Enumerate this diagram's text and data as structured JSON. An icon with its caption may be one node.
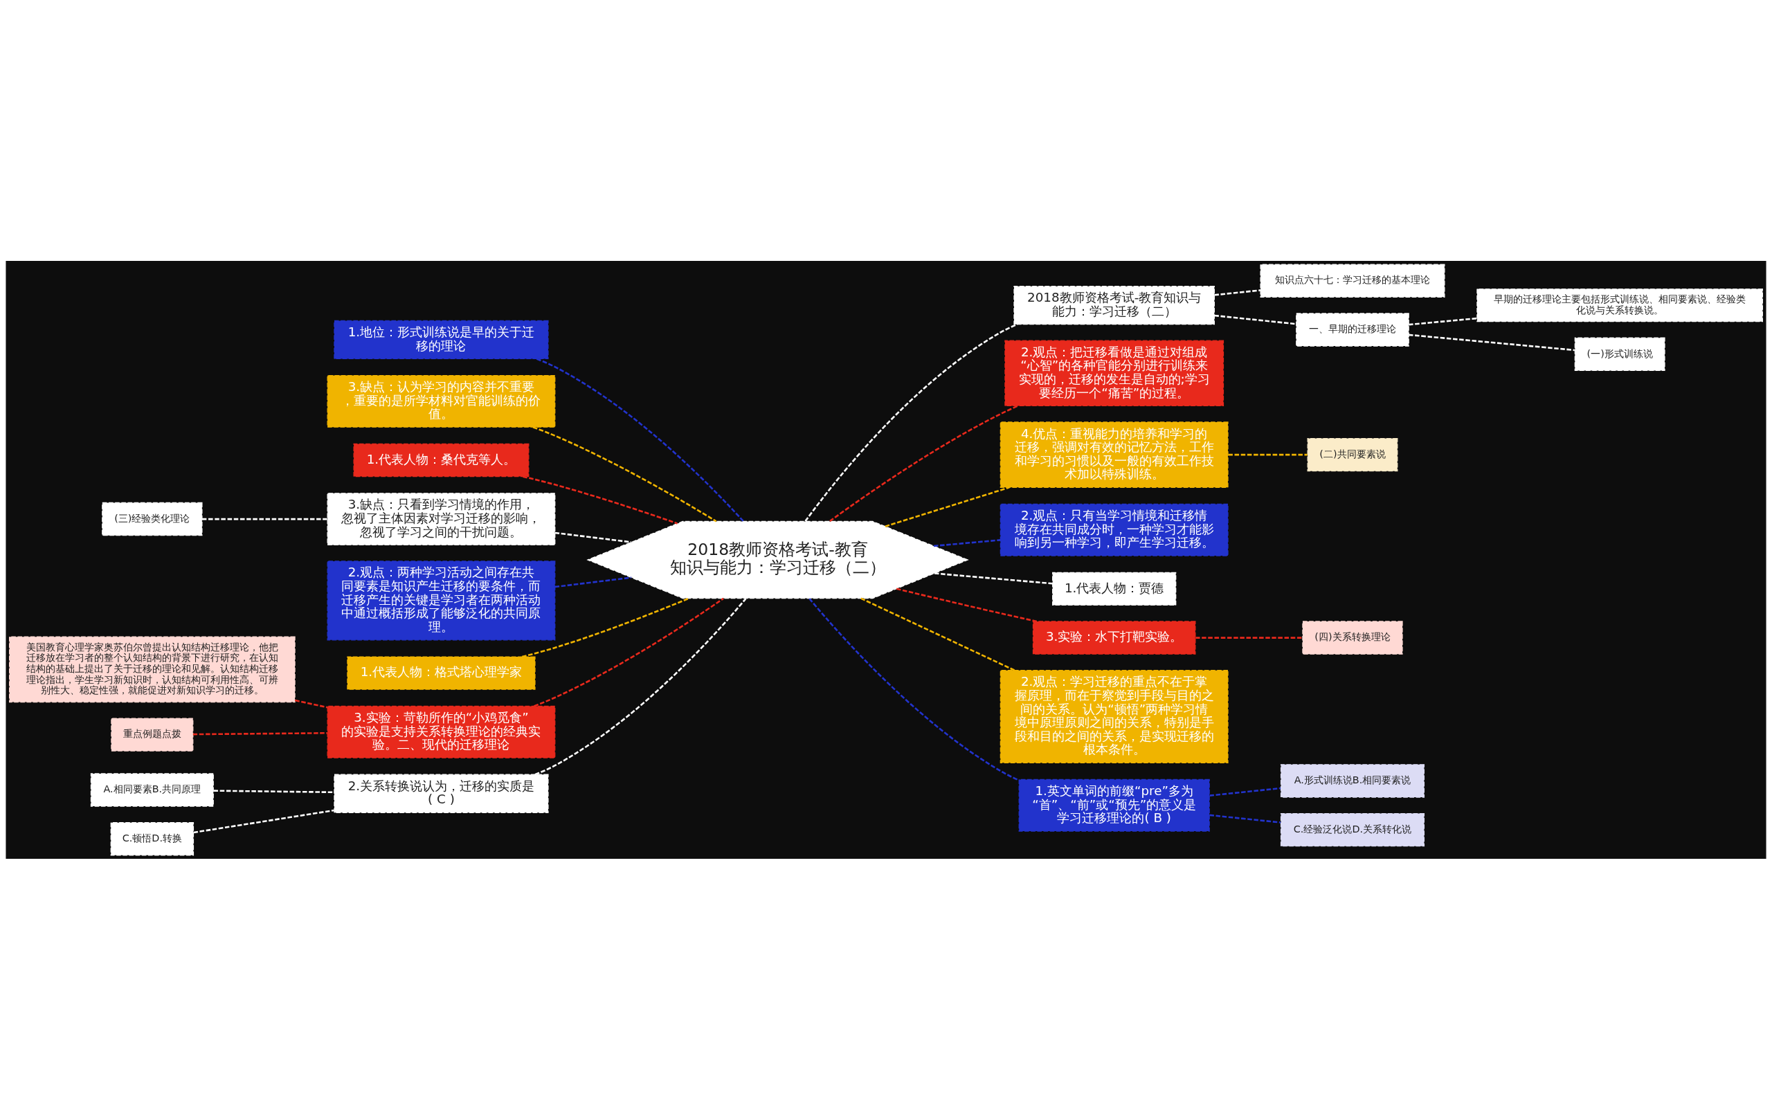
{
  "diagram": {
    "nodes": [
      {
        "text": [
          "2018教师资格考试-教育知识与能力：学习迁移（二）"
        ]
      },
      {
        "text": [
          "2018教师资格考试-教育知识与能力：学习迁移（二）"
        ]
      },
      {
        "text": [
          "知识点六十七：学习迁移的基本理论"
        ]
      },
      {
        "text": [
          "一、早期的迁移理论"
        ]
      },
      {
        "text": [
          "早期的迁移理论主要包括形式训练说、相同要素说、经验类化说与关系转换说。"
        ]
      },
      {
        "text": [
          "(一)形式训练说"
        ]
      },
      {
        "text": [
          "2.观点：把迁移看做是通过对组成“心智”的各种官能分别进行训练来实现的，迁移的发生是自动的;学习要经历一个“痛苦”的过程。"
        ]
      },
      {
        "text": [
          "4.优点：重视能力的培养和学习的迁移，强调对有效的记忆方法，工作和学习的习惯以及一般的有效工作技术加以特殊训练。"
        ]
      },
      {
        "text": [
          "(二)共同要素说"
        ]
      },
      {
        "text": [
          "2.观点：只有当学习情境和迁移情境存在共同成分时，一种学习才能影响到另一种学习，即产生学习迁移。"
        ]
      },
      {
        "text": [
          "1.代表人物：贾德"
        ]
      },
      {
        "text": [
          "3.实验：水下打靶实验。"
        ]
      },
      {
        "text": [
          "(四)关系转换理论"
        ]
      },
      {
        "text": [
          "2.观点：学习迁移的重点不在于掌握原理，而在于察觉到手段与目的之间的关系。认为“顿悟”两种学习情境中原理原则之间的关系，特别是手段和目的之间的关系，是实现迁移的根本条件。"
        ]
      },
      {
        "text": [
          "1.英文单词的前缀“pre”多为“首”、“前”或“预先”的意义是学习迁移理论的( B )"
        ]
      },
      {
        "text": [
          "A.形式训练说B.相同要素说"
        ]
      },
      {
        "text": [
          "C.经验泛化说D.关系转化说"
        ]
      },
      {
        "text": [
          "1.地位：形式训练说是早的关于迁移的理论"
        ]
      },
      {
        "text": [
          "3.缺点：认为学习的内容并不重要，重要的是所学材料对官能训练的价值。"
        ]
      },
      {
        "text": [
          "1.代表人物：桑代克等人。"
        ]
      },
      {
        "text": [
          "3.缺点：只看到学习情境的作用，忽视了主体因素对学习迁移的影响，忽视了学习之间的干扰问题。"
        ]
      },
      {
        "text": [
          "(三)经验类化理论"
        ]
      },
      {
        "text": [
          "2.观点：两种学习活动之间存在共同要素是知识产生迁移的要条件，而迁移产生的关键是学习者在两种活动中通过概括形成了能够泛化的共同原理。"
        ]
      },
      {
        "text": [
          "1.代表人物：格式塔心理学家"
        ]
      },
      {
        "text": [
          "3.实验：苛勒所作的“小鸡觅食”的实验是支持关系转换理论的经典实验。二、现代的迁移理论"
        ]
      },
      {
        "text": [
          "美国教育心理学家奥苏伯尔曾提出认知结构迁移理论，他把迁移放在学习者的整个认知结构的背景下进行研究，在认知结构的基础上提出了关于迁移的理论和见解。认知结构迁移理论指出，学生学习新知识时，认知结构可利用性高、可辨别性大、稳定性强，就能促进对新知识学习的迁移。"
        ]
      },
      {
        "text": [
          "重点例题点拨"
        ]
      },
      {
        "text": [
          "2.关系转换说认为，迁移的实质是( C )"
        ]
      },
      {
        "text": [
          "A.相同要素B.共同原理"
        ]
      },
      {
        "text": [
          "C.顿悟D.转换"
        ]
      }
    ],
    "edges": [
      {
        "from": 0,
        "to": 1,
        "arrow": "none",
        "style": "dashed"
      },
      {
        "from": 1,
        "to": 2,
        "arrow": "none",
        "style": "dashed"
      },
      {
        "from": 1,
        "to": 3,
        "arrow": "none",
        "style": "dashed"
      },
      {
        "from": 3,
        "to": 4,
        "arrow": "none",
        "style": "dashed"
      },
      {
        "from": 3,
        "to": 5,
        "arrow": "none",
        "style": "dashed"
      },
      {
        "from": 0,
        "to": 6,
        "arrow": "none",
        "style": "dashed",
        "color": "#e8291c"
      },
      {
        "from": 0,
        "to": 7,
        "arrow": "none",
        "style": "dashed",
        "color": "#f0b400"
      },
      {
        "from": 7,
        "to": 8,
        "arrow": "none",
        "style": "dashed",
        "color": "#f0b400"
      },
      {
        "from": 0,
        "to": 9,
        "arrow": "none",
        "style": "dashed",
        "color": "#2233cc"
      },
      {
        "from": 0,
        "to": 10,
        "arrow": "none",
        "style": "dashed"
      },
      {
        "from": 0,
        "to": 11,
        "arrow": "none",
        "style": "dashed",
        "color": "#e8291c"
      },
      {
        "from": 11,
        "to": 12,
        "arrow": "none",
        "style": "dashed",
        "color": "#e8291c"
      },
      {
        "from": 0,
        "to": 13,
        "arrow": "none",
        "style": "dashed",
        "color": "#f0b400"
      },
      {
        "from": 0,
        "to": 14,
        "arrow": "none",
        "style": "dashed",
        "color": "#2233cc"
      },
      {
        "from": 14,
        "to": 15,
        "arrow": "none",
        "style": "dashed",
        "color": "#2233cc"
      },
      {
        "from": 14,
        "to": 16,
        "arrow": "none",
        "style": "dashed",
        "color": "#2233cc"
      },
      {
        "from": 17,
        "to": 0,
        "arrow": "none",
        "style": "dashed",
        "color": "#2233cc"
      },
      {
        "from": 18,
        "to": 0,
        "arrow": "none",
        "style": "dashed",
        "color": "#f0b400"
      },
      {
        "from": 19,
        "to": 0,
        "arrow": "none",
        "style": "dashed",
        "color": "#e8291c"
      },
      {
        "from": 20,
        "to": 0,
        "arrow": "none",
        "style": "dashed"
      },
      {
        "from": 21,
        "to": 20,
        "arrow": "none",
        "style": "dashed"
      },
      {
        "from": 22,
        "to": 0,
        "arrow": "none",
        "style": "dashed",
        "color": "#2233cc"
      },
      {
        "from": 23,
        "to": 0,
        "arrow": "none",
        "style": "dashed",
        "color": "#f0b400"
      },
      {
        "from": 24,
        "to": 0,
        "arrow": "none",
        "style": "dashed",
        "color": "#e8291c"
      },
      {
        "from": 25,
        "to": 24,
        "arrow": "none",
        "style": "dashed",
        "color": "#e8291c"
      },
      {
        "from": 26,
        "to": 24,
        "arrow": "none",
        "style": "dashed",
        "color": "#e8291c"
      },
      {
        "from": 27,
        "to": 0,
        "arrow": "none",
        "style": "dashed"
      },
      {
        "from": 28,
        "to": 27,
        "arrow": "none",
        "style": "dashed"
      },
      {
        "from": 29,
        "to": 27,
        "arrow": "none",
        "style": "dashed"
      }
    ]
  }
}
